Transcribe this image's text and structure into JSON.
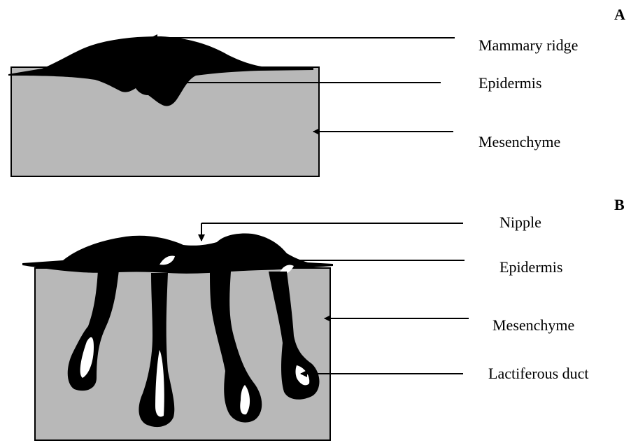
{
  "panels": [
    {
      "letter": "A",
      "labels": [
        "Mammary ridge",
        "Epidermis",
        "Mesenchyme"
      ]
    },
    {
      "letter": "B",
      "labels": [
        "Nipple",
        "Epidermis",
        "Mesenchyme",
        "Lactiferous duct"
      ]
    }
  ],
  "colors": {
    "mesenchyme_fill": "#b8b8b8",
    "tissue_fill": "#000000",
    "duct_lumen": "#ffffff"
  }
}
